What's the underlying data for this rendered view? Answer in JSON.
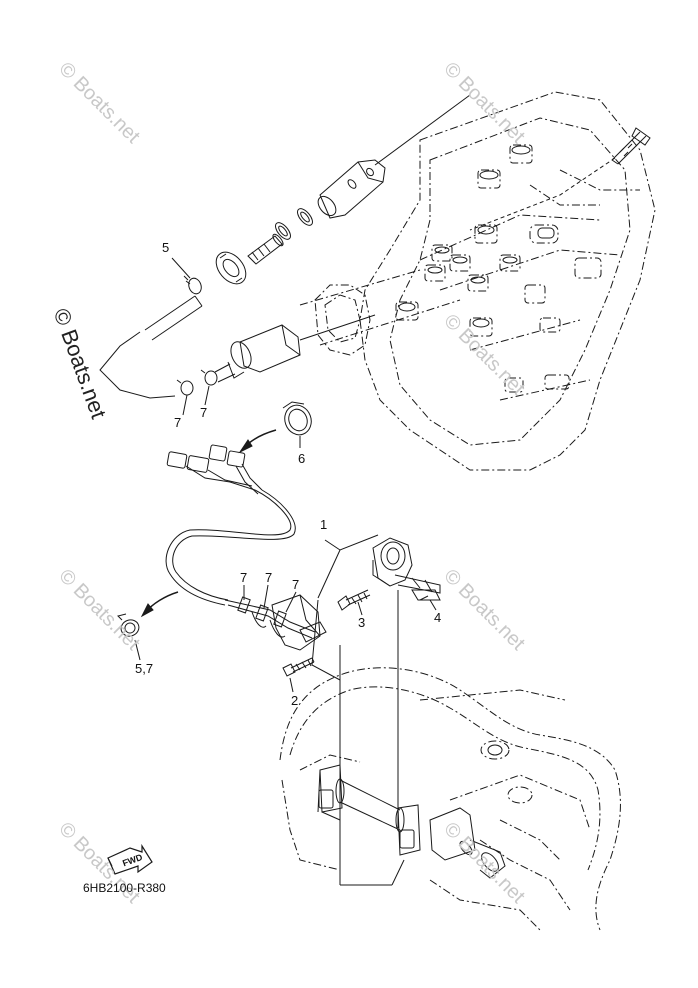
{
  "watermarks": {
    "text": "© Boats.net"
  },
  "callouts": {
    "c1": "1",
    "c2": "2",
    "c3": "3",
    "c4": "4",
    "c5": "5",
    "c6": "6",
    "c7a": "7",
    "c7b": "7",
    "c7c": "7",
    "c7d": "7",
    "c7e": "7",
    "c57": "5,7"
  },
  "fwd_label": "FWD",
  "drawing_code": "6HB2100-R380",
  "colors": {
    "line": "#1a1a1a",
    "watermark": "#c8c8c8"
  }
}
